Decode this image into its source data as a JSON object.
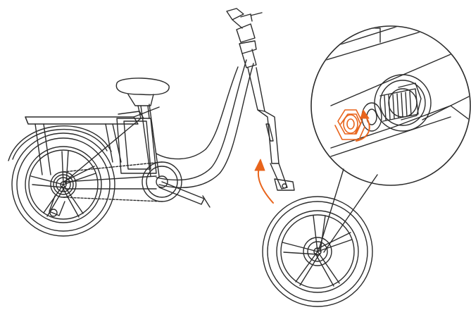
{
  "figure": {
    "kind": "assembly-illustration",
    "subject": "e-bike-front-wheel-installation",
    "colors": {
      "line": "#2b2b2b",
      "highlight": "#e8641c",
      "background": "#ffffff"
    },
    "icons": [
      "bicycle-frame",
      "rear-wheel",
      "front-wheel",
      "axle-nut",
      "washer",
      "direction-arrow",
      "zoom-callout"
    ]
  }
}
